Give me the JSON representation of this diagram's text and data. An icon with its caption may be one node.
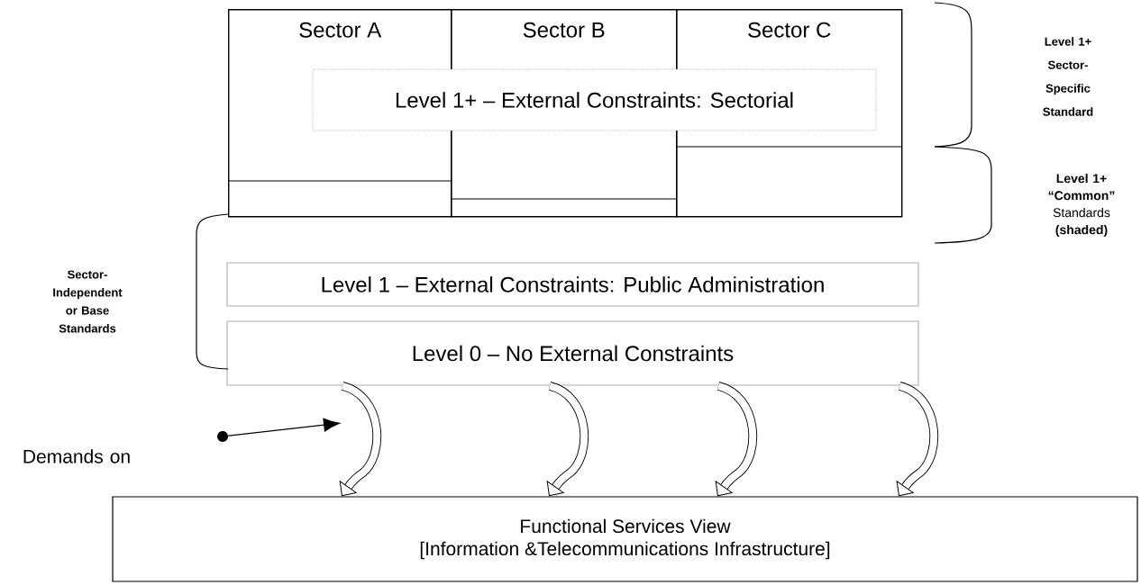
{
  "diagram": {
    "nodes": [
      {
        "text": [
          "Sector A"
        ]
      },
      {
        "text": [
          "Sector B"
        ]
      },
      {
        "text": [
          "Sector C"
        ]
      },
      {
        "text": [
          "Level 1+ – External Constraints: Sectorial"
        ]
      },
      {
        "text": [
          "Level 1 – External Constraints: Public Administration"
        ]
      },
      {
        "text": [
          "Level  0 – No External Constraints"
        ]
      },
      {
        "text": [],
        "shape": "circle"
      },
      {
        "text": [
          "Functional Services View",
          "[Information &Telecommunications Infrastructure]"
        ]
      }
    ],
    "edges": [
      {
        "from": 6,
        "to": null,
        "arrow": "to"
      },
      {
        "from": 5,
        "to": 7,
        "arrow": "to"
      },
      {
        "from": 5,
        "to": 7,
        "arrow": "to"
      },
      {
        "from": 5,
        "to": 7,
        "arrow": "to"
      },
      {
        "from": 5,
        "to": 7,
        "arrow": "to"
      }
    ],
    "labels": [
      "Level 1+ Sector-Specific Standard",
      "**Level 1+ “Common”** Standards **(shaded)**",
      "Sector-Independent or Base Standards",
      "Demands on"
    ]
  }
}
